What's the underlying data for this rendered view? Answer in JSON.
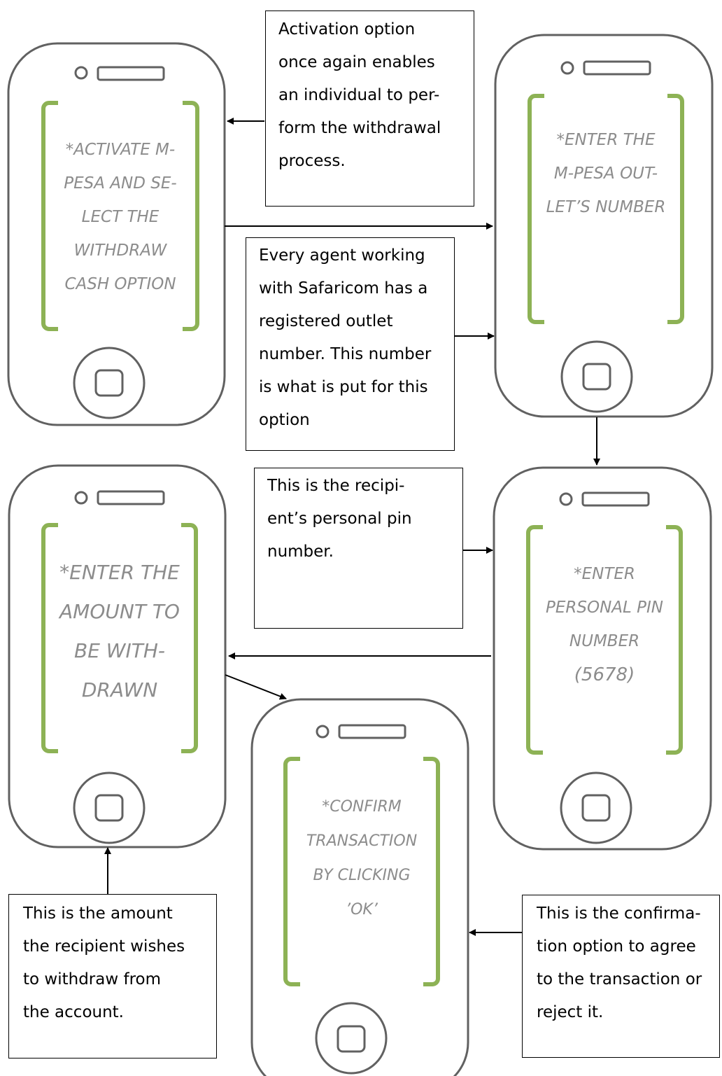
{
  "colors": {
    "phone_outline": "#616161",
    "screen_bracket": "#8db255",
    "screen_text": "#8c8c8c",
    "arrow": "#000000"
  },
  "phones": [
    {
      "id": "activate",
      "screen_lines": [
        "*ACTIVATE M-",
        "PESA AND SE-",
        "LECT THE",
        "WITHDRAW",
        "CASH OPTION"
      ]
    },
    {
      "id": "outlet",
      "screen_lines": [
        "*ENTER THE",
        "M-PESA OUT-",
        "LET’S NUMBER"
      ]
    },
    {
      "id": "amount",
      "screen_lines": [
        "*ENTER THE",
        "AMOUNT TO",
        "BE WITH-",
        "DRAWN"
      ]
    },
    {
      "id": "pin",
      "screen_lines": [
        "*ENTER",
        "PERSONAL PIN",
        "NUMBER",
        "(5678)"
      ]
    },
    {
      "id": "confirm",
      "screen_lines": [
        "*CONFIRM",
        "TRANSACTION",
        "BY CLICKING",
        "’OK’"
      ]
    }
  ],
  "callouts": [
    {
      "id": "activation-note",
      "lines": [
        "Activation option",
        "once again enables",
        "an individual to per-",
        "form the withdrawal",
        "process."
      ]
    },
    {
      "id": "outlet-note",
      "lines": [
        "Every agent working",
        "with Safaricom has a",
        "registered outlet",
        "number. This number",
        "is what is put for this",
        "option"
      ]
    },
    {
      "id": "pin-note",
      "lines": [
        "This is the recipi-",
        "ent’s personal pin",
        "number."
      ]
    },
    {
      "id": "amount-note",
      "lines": [
        "This is the amount",
        "the recipient wishes",
        "to withdraw from",
        "the account."
      ]
    },
    {
      "id": "confirm-note",
      "lines": [
        "This is the confirma-",
        "tion option to agree",
        "to the transaction or",
        "reject it."
      ]
    }
  ]
}
